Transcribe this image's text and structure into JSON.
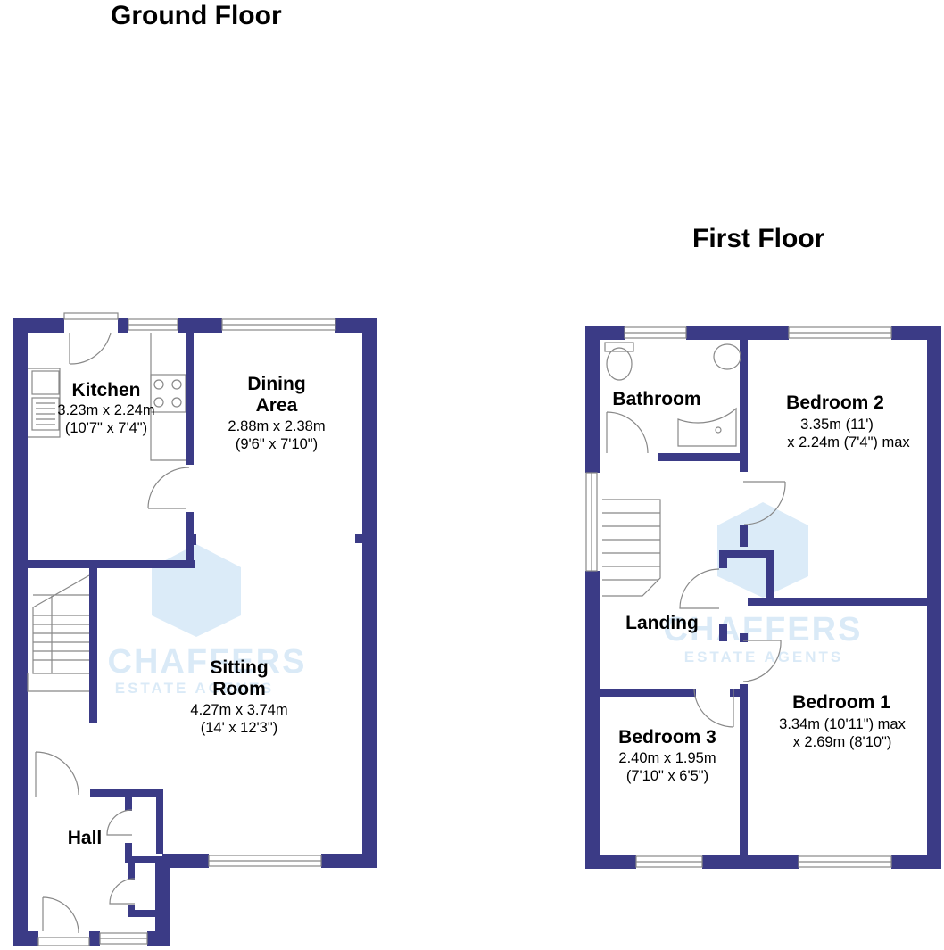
{
  "colors": {
    "wall": "#3b3b86",
    "fixture": "#888888",
    "watermark": "#3a8fd6"
  },
  "watermark": {
    "line1": "CHAFFERS",
    "line2": "ESTATE AGENTS"
  },
  "floors": [
    {
      "title": "Ground Floor",
      "rooms": [
        {
          "name": "Kitchen",
          "dims": [
            "3.23m x 2.24m",
            "(10'7\" x 7'4\")"
          ]
        },
        {
          "name": "Dining",
          "name2": "Area",
          "dims": [
            "2.88m x 2.38m",
            "(9'6\" x 7'10\")"
          ]
        },
        {
          "name": "Sitting",
          "name2": "Room",
          "dims": [
            "4.27m x 3.74m",
            "(14' x 12'3\")"
          ]
        },
        {
          "name": "Hall"
        }
      ]
    },
    {
      "title": "First Floor",
      "rooms": [
        {
          "name": "Bathroom"
        },
        {
          "name": "Bedroom 2",
          "dims": [
            "3.35m (11')",
            "x 2.24m (7'4\") max"
          ]
        },
        {
          "name": "Landing"
        },
        {
          "name": "Bedroom 1",
          "dims": [
            "3.34m (10'11\") max",
            "x 2.69m (8'10\")"
          ]
        },
        {
          "name": "Bedroom 3",
          "dims": [
            "2.40m x 1.95m",
            "(7'10\" x 6'5\")"
          ]
        }
      ]
    }
  ]
}
